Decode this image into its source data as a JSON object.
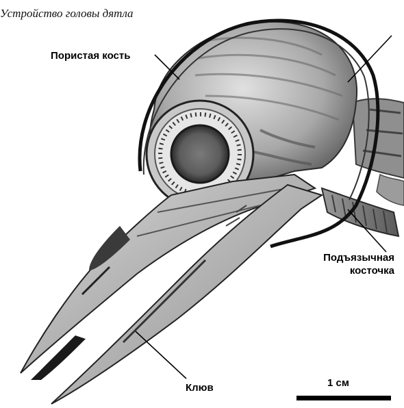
{
  "caption": "Устройство головы дятла",
  "labels": {
    "porous_bone": "Пористая кость",
    "hyoid_line1": "Подъязычная",
    "hyoid_line2": "косточка",
    "beak": "Клюв"
  },
  "scale_bar": {
    "label": "1 см"
  },
  "icons": {
    "skull": "woodpecker-skull-illustration"
  }
}
